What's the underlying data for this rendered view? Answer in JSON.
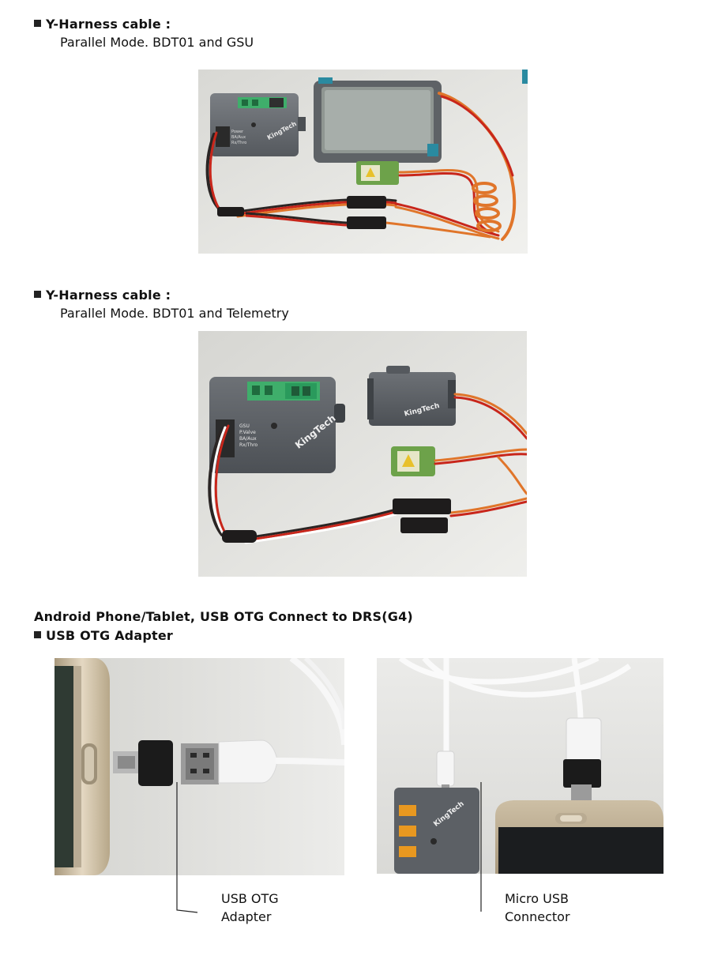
{
  "sections": [
    {
      "title": "Y-Harness cable :",
      "subtitle": "Parallel Mode. BDT01 and GSU"
    },
    {
      "title": "Y-Harness cable :",
      "subtitle": "Parallel Mode. BDT01 and Telemetry"
    }
  ],
  "android": {
    "heading": "Android Phone/Tablet, USB OTG Connect to DRS(G4)",
    "bullet_title": "USB OTG Adapter"
  },
  "photo1": {
    "module_label": "KingTech",
    "port_labels": [
      "Power",
      "BA/Aux",
      "Rx/Thro"
    ]
  },
  "photo2": {
    "module_label": "KingTech",
    "telemetry_label": "KingTech",
    "port_labels": [
      "GSU",
      "P.Valve",
      "BA/Aux",
      "Rx/Thro"
    ]
  },
  "photo4": {
    "module_label": "KingTech"
  },
  "callouts": {
    "left": [
      "USB OTG",
      "Adapter"
    ],
    "right": [
      "Micro USB",
      "Connector"
    ]
  },
  "colors": {
    "cable_red": "#c8261b",
    "cable_orange": "#e0752a",
    "cable_dark": "#2a2524",
    "module_gray": "#6a6e73",
    "connector_green": "#3fae6b",
    "phone_gold": "#c9b89a"
  }
}
